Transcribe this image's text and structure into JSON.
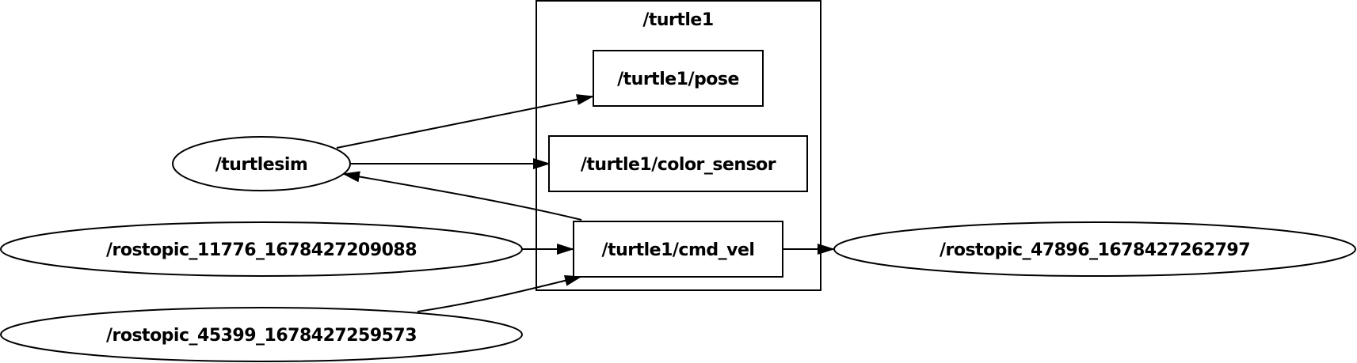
{
  "cluster": {
    "label": "/turtle1"
  },
  "nodes": [
    {
      "id": "turtlesim",
      "label": "/turtlesim",
      "kind": "ros-node"
    },
    {
      "id": "rostopic_11776",
      "label": "/rostopic_11776_1678427209088",
      "kind": "ros-node"
    },
    {
      "id": "rostopic_45399",
      "label": "/rostopic_45399_1678427259573",
      "kind": "ros-node"
    },
    {
      "id": "rostopic_47896",
      "label": "/rostopic_47896_1678427262797",
      "kind": "ros-node"
    },
    {
      "id": "pose",
      "label": "/turtle1/pose",
      "kind": "topic"
    },
    {
      "id": "color_sensor",
      "label": "/turtle1/color_sensor",
      "kind": "topic"
    },
    {
      "id": "cmd_vel",
      "label": "/turtle1/cmd_vel",
      "kind": "topic"
    }
  ],
  "edges": [
    {
      "from": "turtlesim",
      "to": "pose"
    },
    {
      "from": "turtlesim",
      "to": "color_sensor"
    },
    {
      "from": "cmd_vel",
      "to": "turtlesim"
    },
    {
      "from": "rostopic_11776",
      "to": "cmd_vel"
    },
    {
      "from": "rostopic_45399",
      "to": "cmd_vel"
    },
    {
      "from": "cmd_vel",
      "to": "rostopic_47896"
    }
  ]
}
